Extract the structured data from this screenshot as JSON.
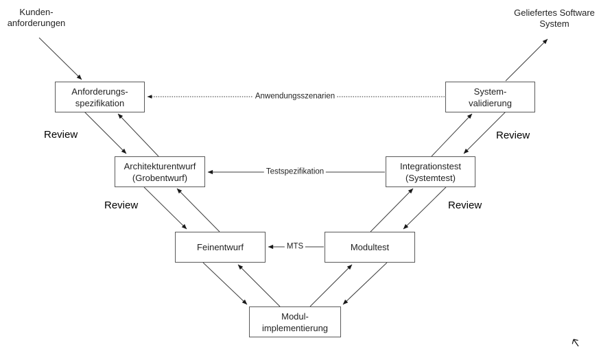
{
  "colors": {
    "background": "#ffffff",
    "box_border": "#595959",
    "line": "#3d3d3d",
    "arrowhead": "#1a1a1a",
    "text": "#1f1f1f"
  },
  "external_labels": {
    "customer_requirements": "Kunden-\nanforderungen",
    "delivered_system": "Geliefertes Software\nSystem"
  },
  "boxes": {
    "anforderungsspezifikation": "Anforderungs-\nspezifikation",
    "systemvalidierung": "System-\nvalidierung",
    "architekturentwurf": "Architekturentwurf\n(Grobentwurf)",
    "integrationstest": "Integrationstest\n(Systemtest)",
    "feinentwurf": "Feinentwurf",
    "modultest": "Modultest",
    "modulimplementierung": "Modul-\nimplementierung"
  },
  "connector_labels": {
    "anwendungsszenarien": "Anwendungsszenarien",
    "testspezifikation": "Testspezifikation",
    "mts": "MTS"
  },
  "review_labels": [
    "Review",
    "Review",
    "Review",
    "Review"
  ]
}
